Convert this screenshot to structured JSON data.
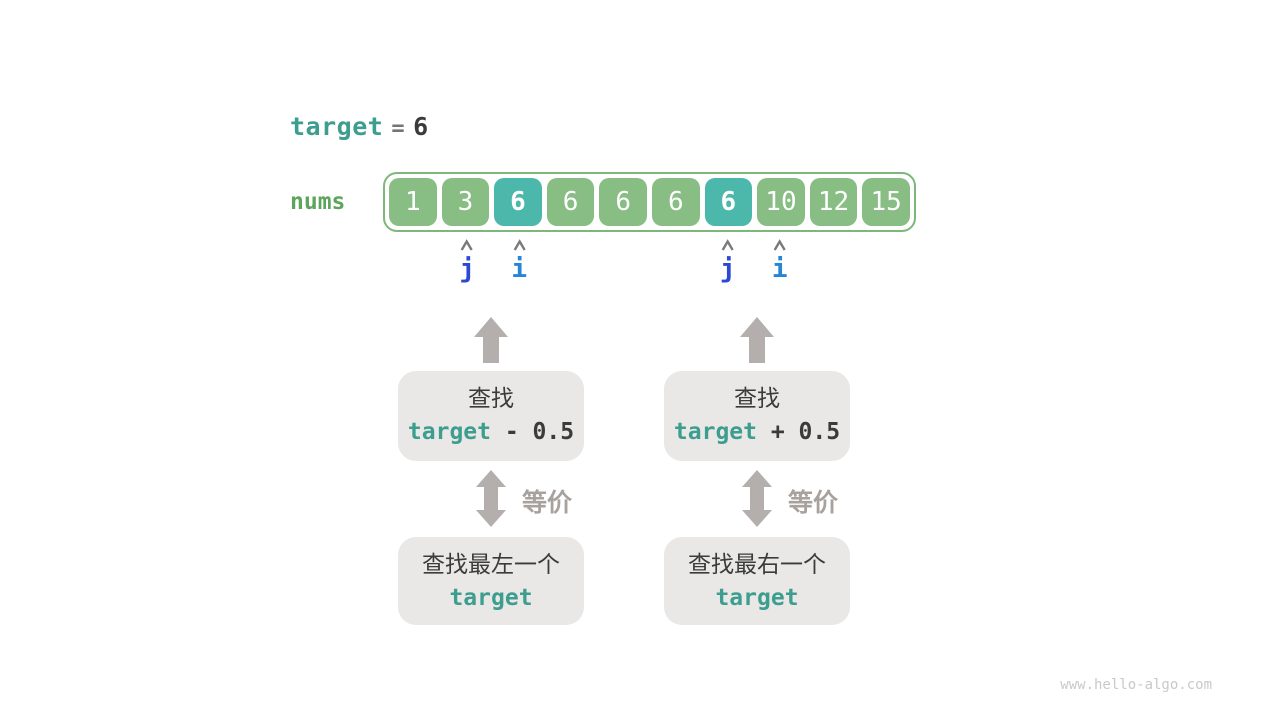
{
  "header": {
    "target_label": "target",
    "equals": "=",
    "target_value": "6"
  },
  "array": {
    "label": "nums",
    "cells": [
      {
        "value": "1",
        "highlight": false
      },
      {
        "value": "3",
        "highlight": false
      },
      {
        "value": "6",
        "highlight": true
      },
      {
        "value": "6",
        "highlight": false
      },
      {
        "value": "6",
        "highlight": false
      },
      {
        "value": "6",
        "highlight": false
      },
      {
        "value": "6",
        "highlight": true
      },
      {
        "value": "10",
        "highlight": false
      },
      {
        "value": "12",
        "highlight": false
      },
      {
        "value": "15",
        "highlight": false
      }
    ]
  },
  "pointers": [
    {
      "name": "j",
      "cell_index": 1,
      "color": "#2b49d2"
    },
    {
      "name": "i",
      "cell_index": 2,
      "color": "#2585d8"
    },
    {
      "name": "j",
      "cell_index": 6,
      "color": "#2b49d2"
    },
    {
      "name": "i",
      "cell_index": 7,
      "color": "#2585d8"
    }
  ],
  "columns": [
    {
      "search_line1": "查找",
      "expr_keyword": "target",
      "expr_rest": " - 0.5",
      "equiv_label": "等价",
      "result_line1": "查找最左一个",
      "result_keyword": "target"
    },
    {
      "search_line1": "查找",
      "expr_keyword": "target",
      "expr_rest": " + 0.5",
      "equiv_label": "等价",
      "result_line1": "查找最右一个",
      "result_keyword": "target"
    }
  ],
  "watermark": "www.hello-algo.com",
  "colors": {
    "teal_text": "#3d9e8f",
    "dark_text": "#3b3b3b",
    "equals_gray": "#757575",
    "nums_green": "#5da55d",
    "cell_green": "#88bd83",
    "cell_teal": "#4cb8ab",
    "cell_text": "#ffffff",
    "array_border": "#7eb77a",
    "arrow_gray": "#b4afac",
    "box_bg": "#e9e8e6",
    "equiv_text": "#a7a29e",
    "caret_gray": "#7a7a7a",
    "watermark_gray": "#c9c9c9",
    "background": "#ffffff"
  }
}
